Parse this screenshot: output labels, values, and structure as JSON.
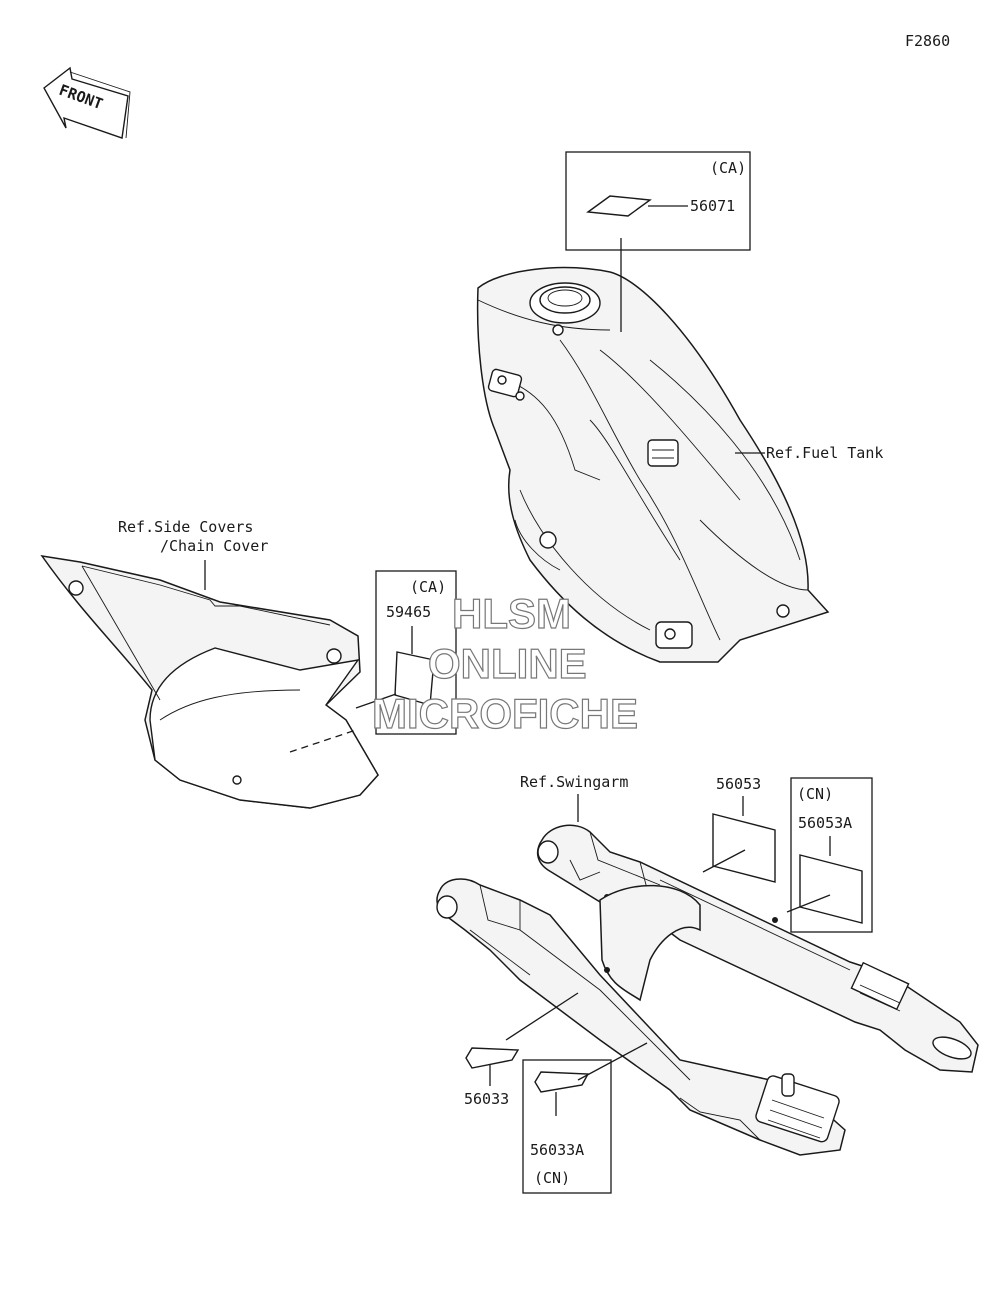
{
  "figure_code": "F2860",
  "front_arrow": {
    "label": "FRONT",
    "icon": "front-arrow-icon"
  },
  "references": {
    "fuel_tank": "Ref.Fuel Tank",
    "side_covers_line1": "Ref.Side Covers",
    "side_covers_line2": "/Chain Cover",
    "swingarm": "Ref.Swingarm"
  },
  "parts": {
    "p56071": {
      "number": "56071",
      "region": "(CA)"
    },
    "p59465": {
      "number": "59465",
      "region": "(CA)"
    },
    "p56053": {
      "number": "56053"
    },
    "p56053A": {
      "number": "56053A",
      "region": "(CN)"
    },
    "p56033": {
      "number": "56033"
    },
    "p56033A": {
      "number": "56033A",
      "region": "(CN)"
    }
  },
  "watermark": {
    "line1": "HLSM",
    "line2": "ONLINE",
    "line3": "MICROFICHE"
  }
}
